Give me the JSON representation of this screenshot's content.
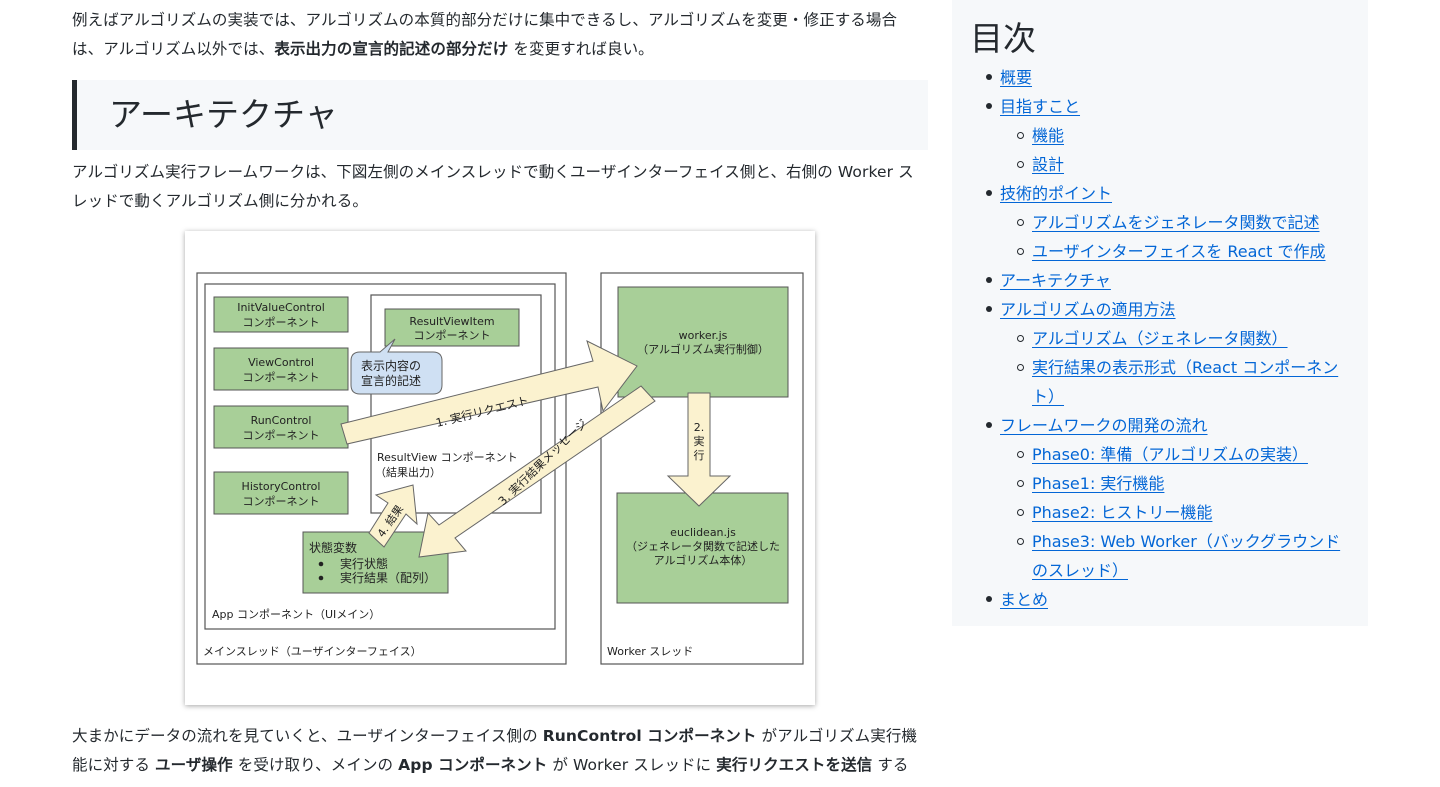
{
  "article": {
    "intro_paragraph": {
      "parts": [
        {
          "text": "例えばアルゴリズムの実装では、アルゴリズムの本質的部分だけに集中できるし、アルゴリズムを変更・修正する場合は、アルゴリズム以外では、",
          "bold": false
        },
        {
          "text": "表示出力の宣言的記述の部分だけ",
          "bold": true
        },
        {
          "text": " を変更すれば良い。",
          "bold": false
        }
      ]
    },
    "section_heading": "アーキテクチャ",
    "section_paragraph": "アルゴリズム実行フレームワークは、下図左側のメインスレッドで動くユーザインターフェイス側と、右側の Worker スレッドで動くアルゴリズム側に分かれる。",
    "figure": {
      "main_thread_label": "メインスレッド（ユーザインターフェイス）",
      "app_label": "App コンポーネント（UIメイン）",
      "components": [
        {
          "name": "InitValueControl",
          "sub": "コンポーネント"
        },
        {
          "name": "ViewControl",
          "sub": "コンポーネント"
        },
        {
          "name": "RunControl",
          "sub": "コンポーネント"
        },
        {
          "name": "HistoryControl",
          "sub": "コンポーネント"
        }
      ],
      "result_view_item": {
        "name": "ResultViewItem",
        "sub": "コンポーネント"
      },
      "result_view": {
        "line1": "ResultView コンポーネント",
        "line2": "（結果出力）"
      },
      "callout": {
        "line1": "表示内容の",
        "line2": "宣言的記述"
      },
      "state": {
        "title": "状態変数",
        "items": [
          "実行状態",
          "実行結果（配列）"
        ]
      },
      "worker_thread_label": "Worker スレッド",
      "worker_js": {
        "line1": "worker.js",
        "line2": "（アルゴリズム実行制御）"
      },
      "euclidean_js": {
        "line1": "euclidean.js",
        "line2": "（ジェネレータ関数で記述した",
        "line3": "アルゴリズム本体）"
      },
      "arrows": {
        "request": "1. 実行リクエスト",
        "execute_num": "2.",
        "execute_c1": "実",
        "execute_c2": "行",
        "result_message": "3. 実行結果メッセージ",
        "result": "4. 結果"
      },
      "colors": {
        "component_fill": "#a8cf98",
        "arrow_fill": "#fbf2cf",
        "callout_fill": "#cfe0f3"
      }
    },
    "flow_paragraph": {
      "parts": [
        {
          "text": "大まかにデータの流れを見ていくと、ユーザインターフェイス側の ",
          "bold": false
        },
        {
          "text": "RunControl コンポーネント",
          "bold": true
        },
        {
          "text": " がアルゴリズム実行機能に対する ",
          "bold": false
        },
        {
          "text": "ユーザ操作",
          "bold": true
        },
        {
          "text": " を受け取り、メインの ",
          "bold": false
        },
        {
          "text": "App コンポーネント",
          "bold": true
        },
        {
          "text": " が Worker スレッドに ",
          "bold": false
        },
        {
          "text": "実行リクエストを送信",
          "bold": true
        },
        {
          "text": " する",
          "bold": false
        }
      ]
    }
  },
  "toc": {
    "title": "目次",
    "items": [
      {
        "label": "概要",
        "level": 1
      },
      {
        "label": "目指すこと",
        "level": 1
      },
      {
        "label": "機能",
        "level": 2
      },
      {
        "label": "設計",
        "level": 2
      },
      {
        "label": "技術的ポイント",
        "level": 1
      },
      {
        "label": "アルゴリズムをジェネレータ関数で記述",
        "level": 2
      },
      {
        "label": "ユーザインターフェイスを React で作成",
        "level": 2
      },
      {
        "label": "アーキテクチャ",
        "level": 1
      },
      {
        "label": "アルゴリズムの適用方法",
        "level": 1
      },
      {
        "label": "アルゴリズム（ジェネレータ関数）",
        "level": 2
      },
      {
        "label": "実行結果の表示形式（React コンポーネント）",
        "level": 2
      },
      {
        "label": "フレームワークの開発の流れ",
        "level": 1
      },
      {
        "label": "Phase0: 準備（アルゴリズムの実装）",
        "level": 2
      },
      {
        "label": "Phase1: 実行機能",
        "level": 2
      },
      {
        "label": "Phase2: ヒストリー機能",
        "level": 2
      },
      {
        "label": "Phase3: Web Worker（バックグラウンドのスレッド）",
        "level": 2
      },
      {
        "label": "まとめ",
        "level": 1
      }
    ],
    "link_color": "#0366d6"
  }
}
